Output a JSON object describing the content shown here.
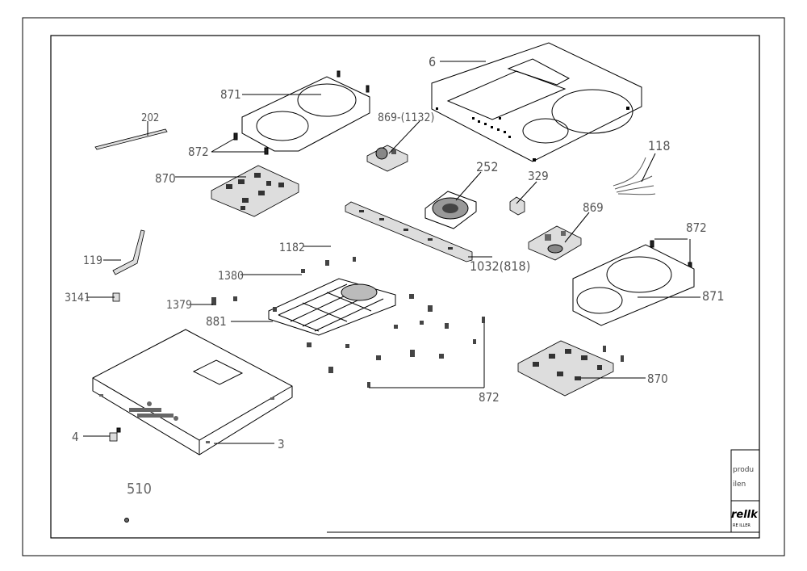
{
  "labels": {
    "p6": "6",
    "p871a": "871",
    "p202": "202",
    "p872a": "872",
    "p869_1132": "869-(1132)",
    "p870a": "870",
    "p252": "252",
    "p329": "329",
    "p118": "118",
    "p869": "869",
    "p872b": "872",
    "p1182": "1182",
    "p119": "119",
    "p1380": "1380",
    "p1032": "1032(818)",
    "p871b": "871",
    "p3141": "3141",
    "p1379": "1379",
    "p881": "881",
    "p870b": "870",
    "p872c": "872",
    "p4": "4",
    "p3": "3",
    "p510": "510"
  },
  "title_block": {
    "line1": "produ",
    "line2": "ilen",
    "brand": "rellk",
    "brand_sub": "RE ILLER"
  }
}
